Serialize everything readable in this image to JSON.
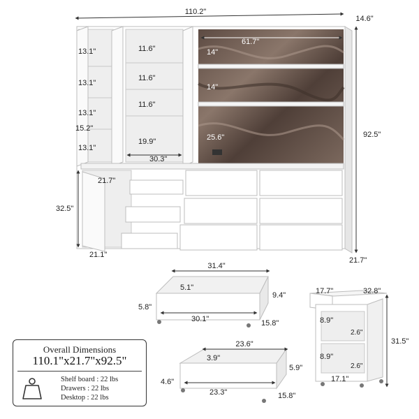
{
  "main_unit": {
    "overall_width": "110.2\"",
    "depth_top": "14.6\"",
    "overall_height": "92.5\"",
    "depth_bottom": "21.7\"",
    "left_shelves": [
      "13.1\"",
      "13.1\"",
      "13.1\"",
      "15.2\"",
      "13.1\""
    ],
    "middle_shelves": [
      "11.6\"",
      "11.6\"",
      "11.6\"",
      "19.9\""
    ],
    "middle_width": "30.3\"",
    "display_width": "61.7\"",
    "display_shelves": [
      "14\"",
      "14\"",
      "25.6\""
    ],
    "desk_depth": "21.7\"",
    "cabinet_height": "32.5\"",
    "cabinet_width": "21.1\""
  },
  "drawer_large": {
    "width_top": "31.4\"",
    "inner_height": "5.1\"",
    "outer_height": "5.8\"",
    "depth": "9.4\"",
    "bottom_width": "30.1\"",
    "length": "15.8\""
  },
  "drawer_small": {
    "width_top": "23.6\"",
    "inner_height": "3.9\"",
    "outer_height": "4.6\"",
    "depth": "5.9\"",
    "bottom_width": "23.3\"",
    "length": "15.8\""
  },
  "rolling_cabinet": {
    "top_left": "17.7\"",
    "top_right": "32.8\"",
    "shelf_height_1": "8.9\"",
    "gap_1": "2.6\"",
    "shelf_height_2": "8.9\"",
    "gap_2": "2.6\"",
    "height": "31.5\"",
    "bottom_width": "17.1\""
  },
  "summary": {
    "title": "Overall Dimensions",
    "value": "110.1\"x21.7\"x92.5\"",
    "weights": [
      "Shelf board : 22 lbs",
      "Drawers : 22 lbs",
      "Desktop : 22 lbs"
    ]
  },
  "colors": {
    "marble": "#6e5a50",
    "panel": "#ffffff",
    "outline": "#bdbdbd",
    "dim_line": "#333333"
  }
}
